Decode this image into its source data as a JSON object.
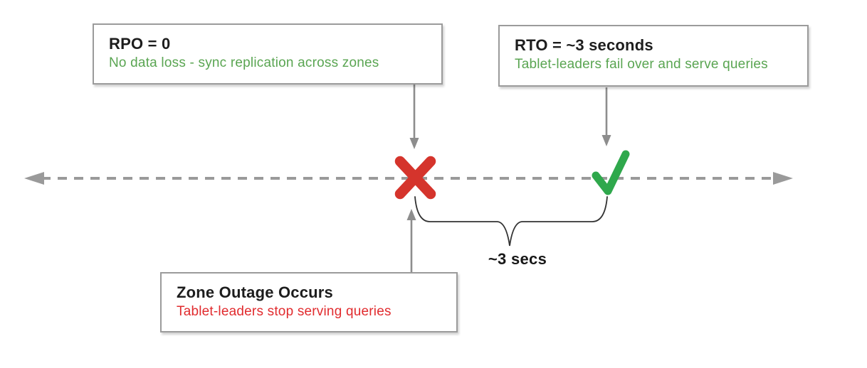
{
  "colors": {
    "timeline": "#9a9a9a",
    "connector_arrow": "#8d8d8d",
    "x_mark": "#d5342c",
    "check_mark": "#2fa84c",
    "brace": "#333333",
    "box_border": "#9b9b9b",
    "title_text": "#1d1d1d",
    "green_text": "#5aa552",
    "red_text": "#e12b2e"
  },
  "callouts": {
    "rpo": {
      "title": "RPO = 0",
      "subtitle": "No data loss - sync replication across zones"
    },
    "rto": {
      "title": "RTO = ~3 seconds",
      "subtitle": "Tablet-leaders fail over and serve queries"
    },
    "outage": {
      "title": "Zone Outage Occurs",
      "subtitle": "Tablet-leaders stop serving queries"
    }
  },
  "timeline": {
    "duration_label": "~3 secs",
    "icons": {
      "outage_point": "x-mark-icon",
      "recovery_point": "check-mark-icon"
    }
  }
}
